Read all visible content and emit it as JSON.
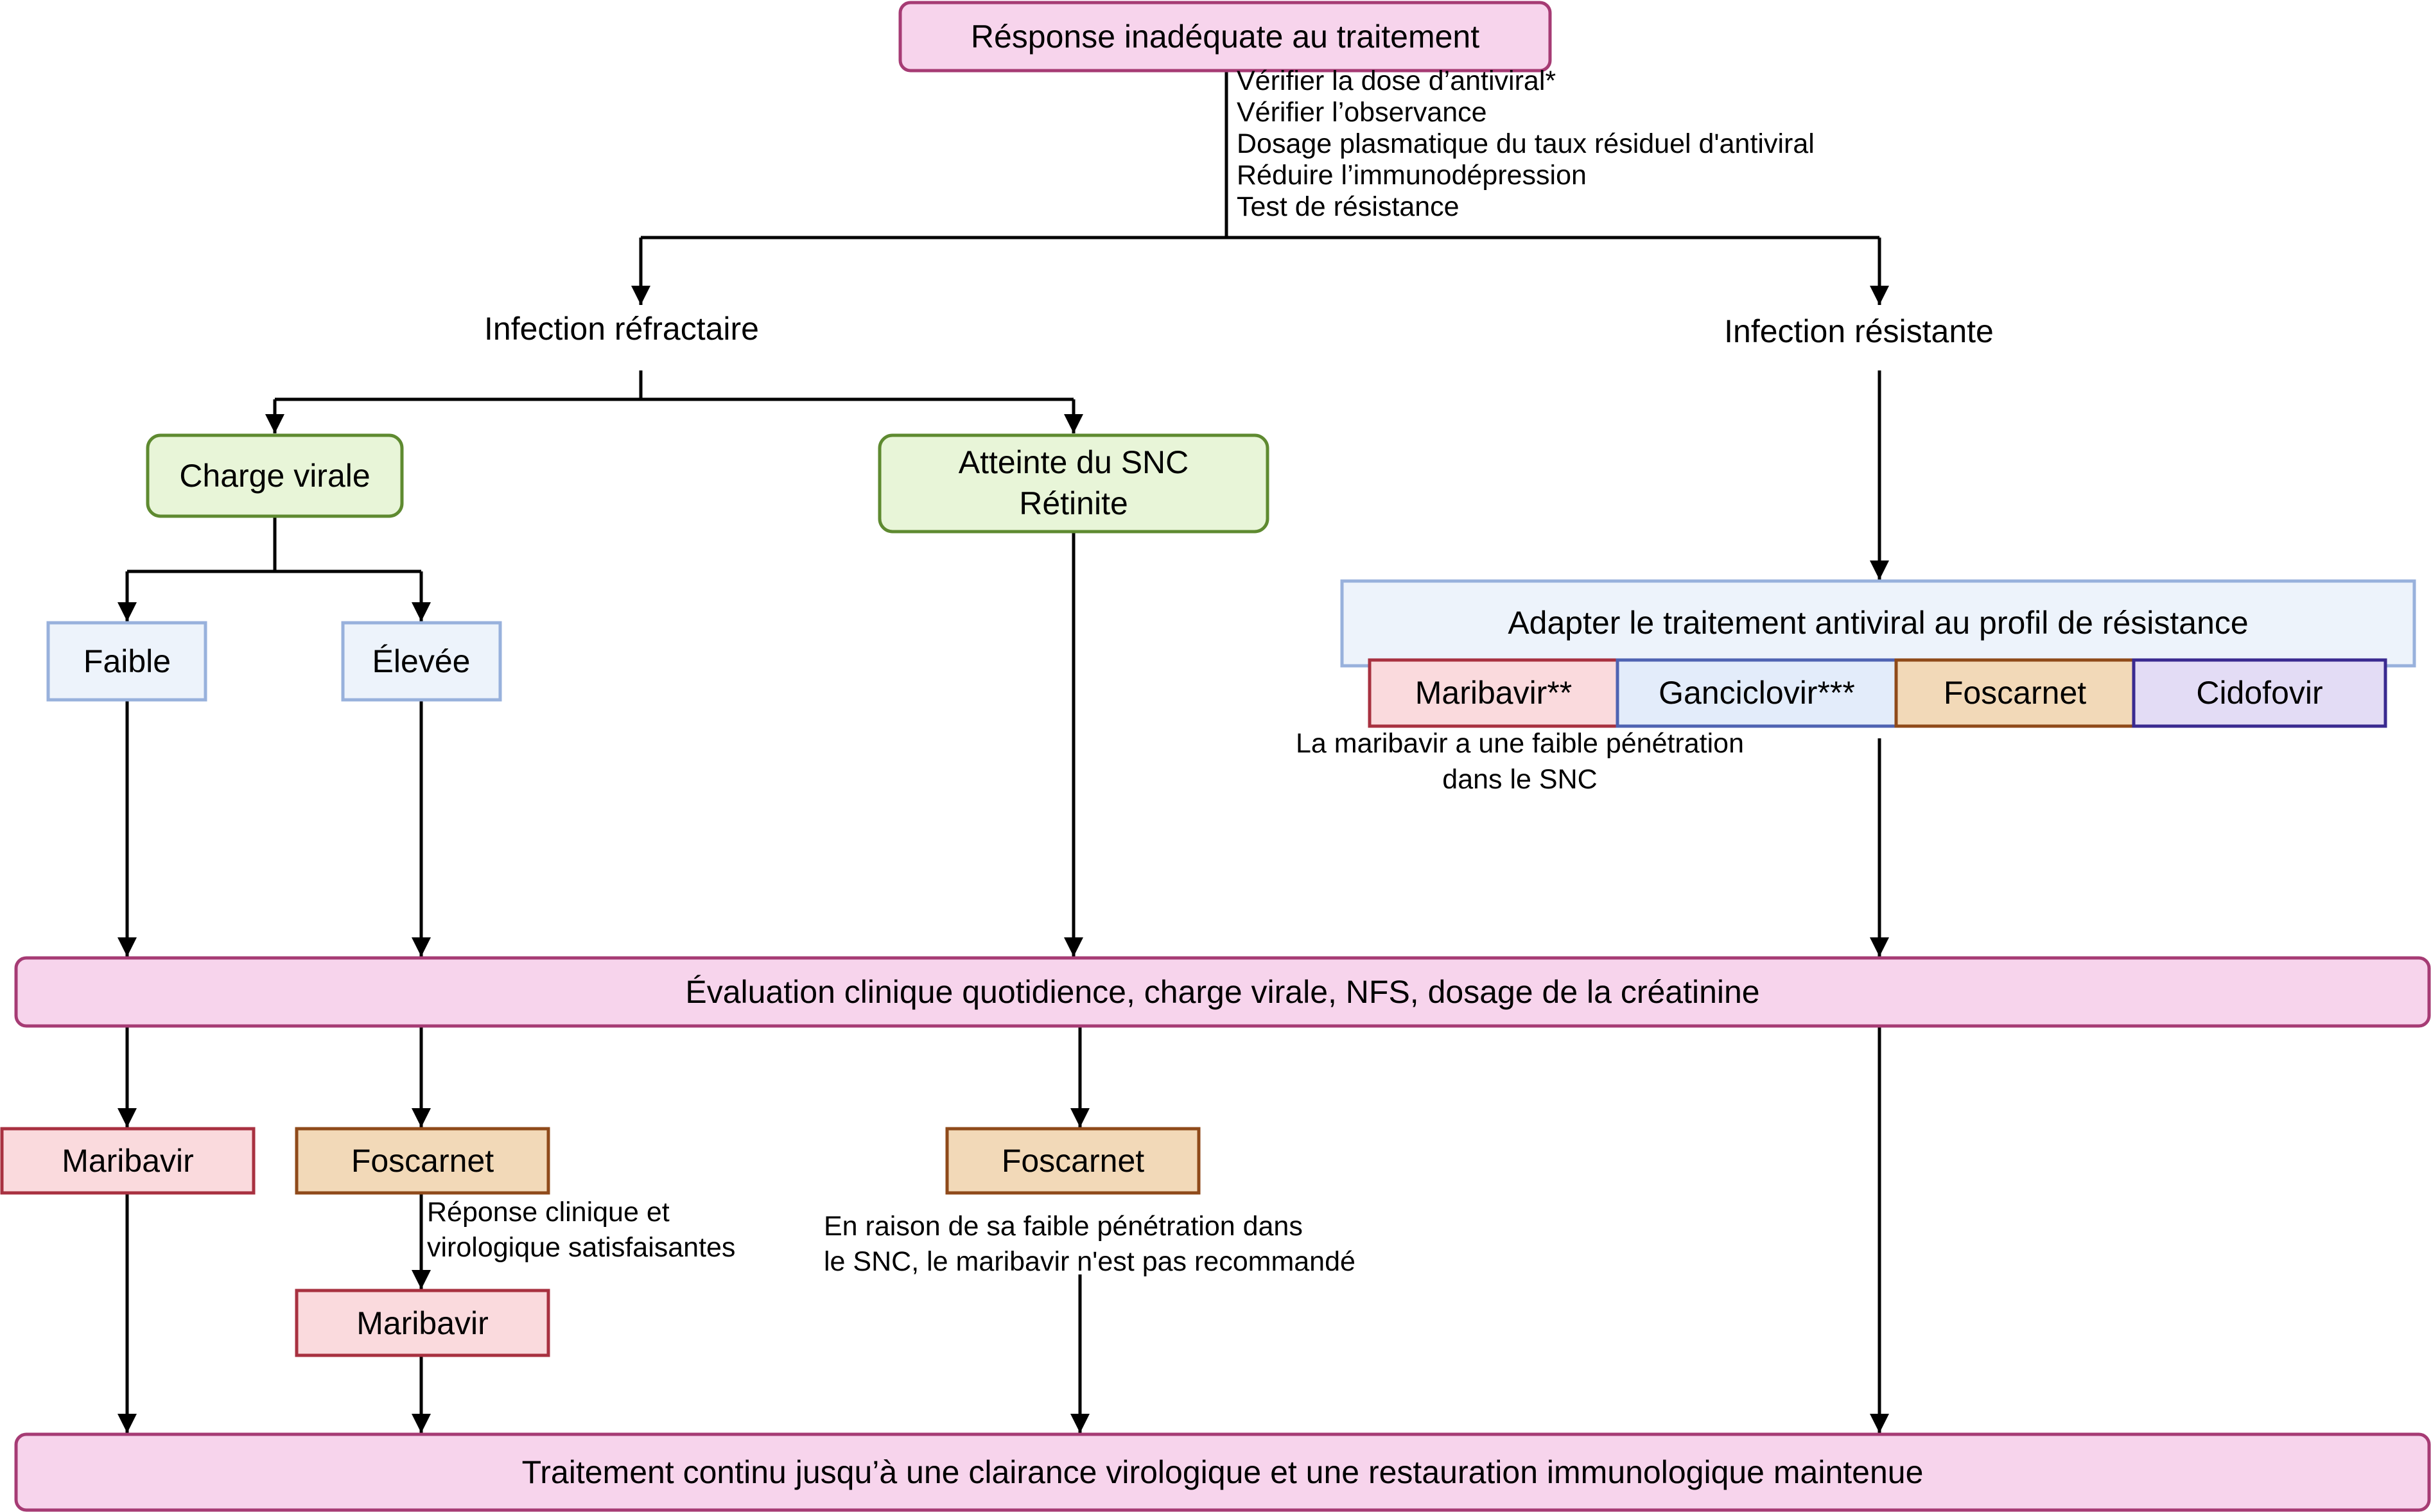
{
  "boxes": {
    "start": "Résponse inadéquate au traitement",
    "charge_virale": "Charge virale",
    "snc_line1": "Atteinte du SNC",
    "snc_line2": "Rétinite",
    "faible": "Faible",
    "elevee": "Élevée",
    "adapter": "Adapter le traitement antiviral au profil de résistance",
    "maribavir_star": "Maribavir**",
    "ganciclovir": "Ganciclovir***",
    "foscarnet_res": "Foscarnet",
    "cidofovir": "Cidofovir",
    "evaluation": "Évaluation clinique quotidience, charge virale, NFS, dosage de la créatinine",
    "maribavir_left": "Maribavir",
    "foscarnet_mid": "Foscarnet",
    "maribavir_mid": "Maribavir",
    "foscarnet_snc": "Foscarnet",
    "final": "Traitement continu jusqu’à une clairance virologique et une restauration immunologique maintenue"
  },
  "labels": {
    "refractaire": "Infection réfractaire",
    "resistante": "Infection résistante"
  },
  "notes": {
    "checks": [
      "Vérifier la dose d’antiviral*",
      "Vérifier l’observance",
      "Dosage plasmatique du taux résiduel d'antiviral",
      "Réduire l’immunodépression",
      "Test de résistance"
    ],
    "maribavir_snc": [
      "La maribavir a une faible pénétration",
      "dans le SNC"
    ],
    "reponse": [
      "Réponse clinique et",
      "virologique satisfaisantes"
    ],
    "snc_foscarnet": [
      "En raison de sa faible pénétration dans",
      "le SNC, le maribavir n'est pas recommandé"
    ]
  },
  "colors": {
    "pink_fill": "#f7d4ec",
    "pink_stroke": "#a63b74",
    "green_fill": "#e8f5d8",
    "green_stroke": "#5e8a30",
    "blue_fill": "#edf3fb",
    "blue_stroke": "#98b1dc",
    "red_fill": "#fadadd",
    "red_stroke": "#a83140",
    "ganc_fill": "#e3ecfa",
    "ganc_stroke": "#4f63b2",
    "orange_fill": "#f2d9b8",
    "orange_stroke": "#8f4a1a",
    "purple_fill": "#e3dcf5",
    "purple_stroke": "#3a2a90"
  }
}
